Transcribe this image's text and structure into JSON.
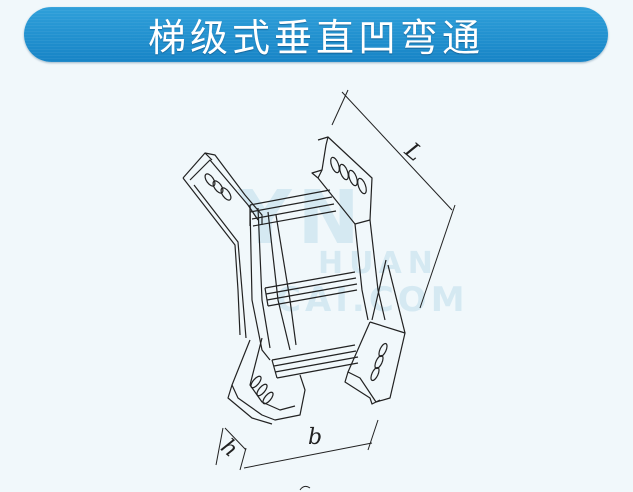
{
  "banner": {
    "title": "梯级式垂直凹弯通",
    "color": "#1f8fcf"
  },
  "diagram": {
    "subject": "ladder-type vertical concave bend cable tray",
    "dimensions": {
      "length_label": "L",
      "width_label": "b",
      "height_label": "h"
    },
    "watermark": {
      "main": "YN",
      "sub1": "HUAN",
      "sub2": "CAI.COM"
    }
  }
}
